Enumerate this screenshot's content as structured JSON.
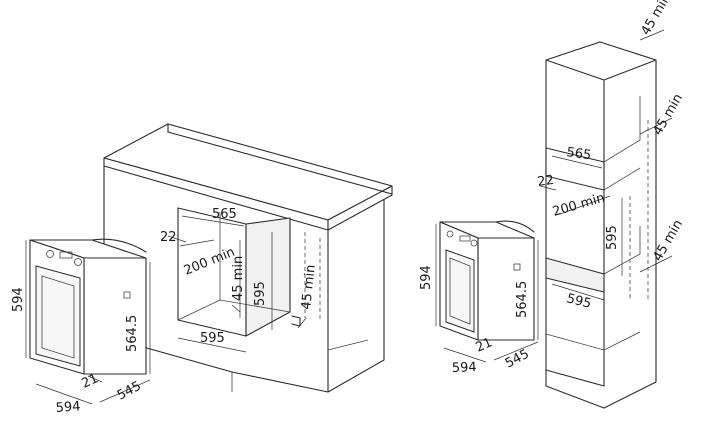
{
  "dimensions": {
    "undercounter": {
      "oven_width": "594",
      "oven_height": "594",
      "oven_depth": "545",
      "front_panel": "21",
      "body_height": "564.5",
      "niche_width_top": "565",
      "niche_width_bottom": "595",
      "niche_height": "595",
      "niche_depth": "200 min",
      "panel_gap": "22",
      "vent_front": "45 min",
      "vent_rear": "45 min"
    },
    "tall_column": {
      "oven_width": "594",
      "oven_height": "594",
      "oven_depth": "545",
      "front_panel": "21",
      "body_height": "564.5",
      "niche_width_top": "565",
      "niche_width_bottom": "595",
      "niche_height": "595",
      "niche_depth": "200 min",
      "panel_gap": "22",
      "vent_top": "45 min",
      "vent_mid": "45 min",
      "vent_bottom": "45 min"
    }
  }
}
